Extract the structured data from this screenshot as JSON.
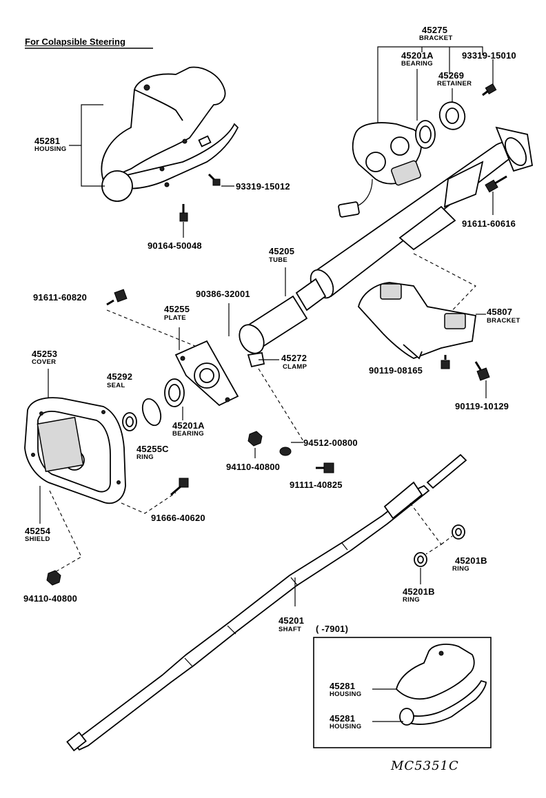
{
  "title": "For Colapsible Steering",
  "signature": "MC5351C",
  "inset_range": "(      -7901)",
  "parts": {
    "housing_top": {
      "number": "45281",
      "name": "HOUSING"
    },
    "screw_15012": {
      "number": "93319-15012"
    },
    "screw_50048": {
      "number": "90164-50048"
    },
    "bracket_45275": {
      "number": "45275",
      "name": "BRACKET"
    },
    "bearing_top": {
      "number": "45201A",
      "name": "BEARING"
    },
    "screw_15010": {
      "number": "93319-15010"
    },
    "retainer": {
      "number": "45269",
      "name": "RETAINER"
    },
    "bolt_60616": {
      "number": "91611-60616"
    },
    "tube": {
      "number": "45205",
      "name": "TUBE"
    },
    "bolt_60820": {
      "number": "91611-60820"
    },
    "ring_32001": {
      "number": "90386-32001"
    },
    "plate": {
      "number": "45255",
      "name": "PLATE"
    },
    "bracket_45807": {
      "number": "45807",
      "name": "BRACKET"
    },
    "clamp": {
      "number": "45272",
      "name": "CLAMP"
    },
    "cover": {
      "number": "45253",
      "name": "COVER"
    },
    "seal": {
      "number": "45292",
      "name": "SEAL"
    },
    "bearing_low": {
      "number": "45201A",
      "name": "BEARING"
    },
    "ring_c": {
      "number": "45255C",
      "name": "RING"
    },
    "nut_40800_mid": {
      "number": "94110-40800"
    },
    "washer_00800": {
      "number": "94512-00800"
    },
    "bolt_40825": {
      "number": "91111-40825"
    },
    "screw_08165": {
      "number": "90119-08165"
    },
    "screw_10129": {
      "number": "90119-10129"
    },
    "bolt_40620": {
      "number": "91666-40620"
    },
    "shield": {
      "number": "45254",
      "name": "SHIELD"
    },
    "nut_40800_low": {
      "number": "94110-40800"
    },
    "ring_b_right": {
      "number": "45201B",
      "name": "RING"
    },
    "ring_b_left": {
      "number": "45201B",
      "name": "RING"
    },
    "shaft": {
      "number": "45201",
      "name": "SHAFT"
    },
    "housing_inset_1": {
      "number": "45281",
      "name": "HOUSING"
    },
    "housing_inset_2": {
      "number": "45281",
      "name": "HOUSING"
    }
  }
}
